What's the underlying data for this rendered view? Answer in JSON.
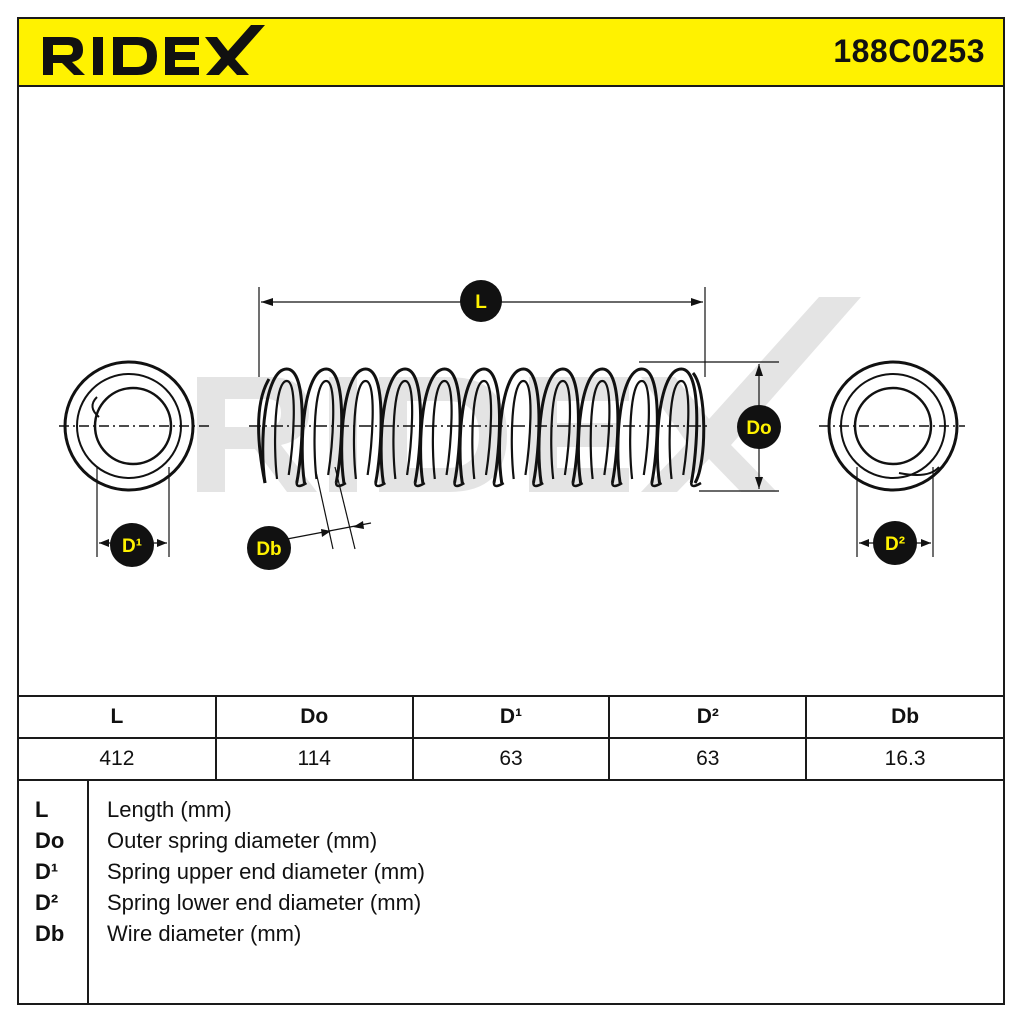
{
  "header": {
    "brand": "RIDEX",
    "part_number": "188C0253",
    "brand_color": "#fff200"
  },
  "diagram": {
    "labels": {
      "length": "L",
      "outer_diameter": "Do",
      "upper_diameter": "D¹",
      "lower_diameter": "D²",
      "wire_diameter": "Db"
    },
    "watermark": "RIDEX"
  },
  "spec_table": {
    "headers": [
      "L",
      "Do",
      "D¹",
      "D²",
      "Db"
    ],
    "values": [
      "412",
      "114",
      "63",
      "63",
      "16.3"
    ]
  },
  "legend": [
    {
      "key": "L",
      "desc": "Length (mm)"
    },
    {
      "key": "Do",
      "desc": "Outer spring diameter (mm)"
    },
    {
      "key": "D¹",
      "desc": "Spring upper end diameter (mm)"
    },
    {
      "key": "D²",
      "desc": "Spring lower end diameter (mm)"
    },
    {
      "key": "Db",
      "desc": "Wire diameter (mm)"
    }
  ]
}
